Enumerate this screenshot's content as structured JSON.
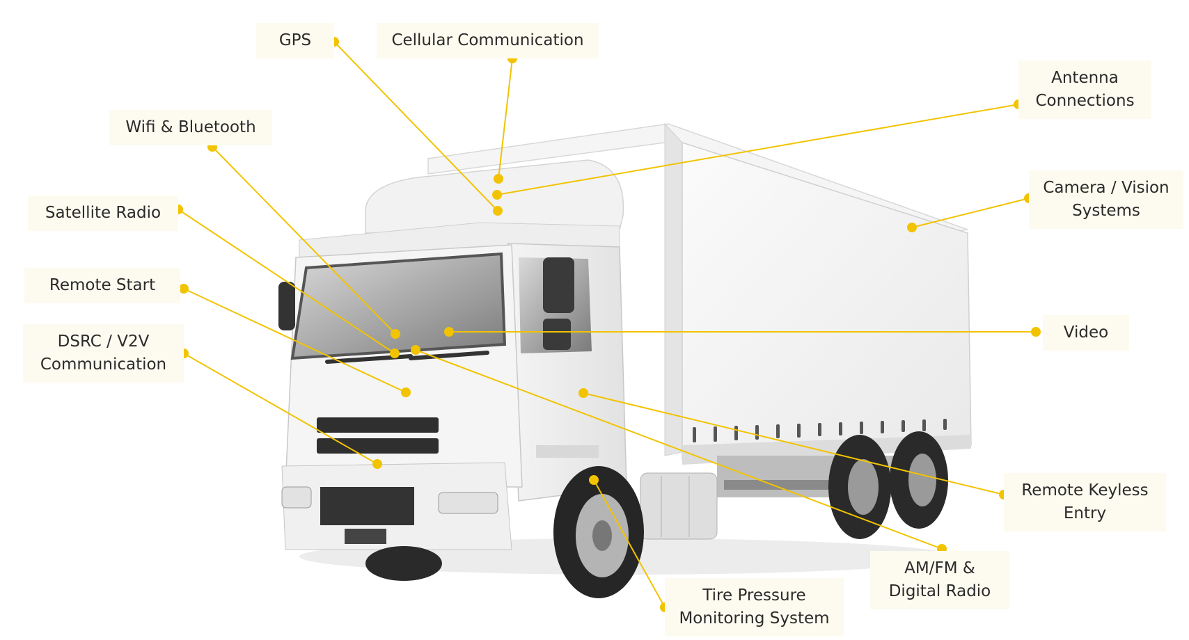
{
  "diagram": {
    "accent_color": "#f2c300",
    "image": "white box truck with cab, cargo box, three axles",
    "callouts": [
      {
        "id": "gps",
        "lines": [
          "GPS"
        ]
      },
      {
        "id": "cellular",
        "lines": [
          "Cellular Communication"
        ]
      },
      {
        "id": "antenna",
        "lines": [
          "Antenna",
          "Connections"
        ]
      },
      {
        "id": "wifi",
        "lines": [
          "Wifi  & Bluetooth"
        ]
      },
      {
        "id": "satellite",
        "lines": [
          "Satellite Radio"
        ]
      },
      {
        "id": "camera",
        "lines": [
          "Camera / Vision",
          "Systems"
        ]
      },
      {
        "id": "remote-start",
        "lines": [
          "Remote Start"
        ]
      },
      {
        "id": "video",
        "lines": [
          "Video"
        ]
      },
      {
        "id": "dsrc",
        "lines": [
          "DSRC / V2V",
          "Communication"
        ]
      },
      {
        "id": "keyless",
        "lines": [
          "Remote Keyless",
          "Entry"
        ]
      },
      {
        "id": "amfm",
        "lines": [
          "AM/FM  &",
          "Digital Radio"
        ]
      },
      {
        "id": "tire",
        "lines": [
          "Tire Pressure",
          "Monitoring System"
        ]
      }
    ]
  }
}
